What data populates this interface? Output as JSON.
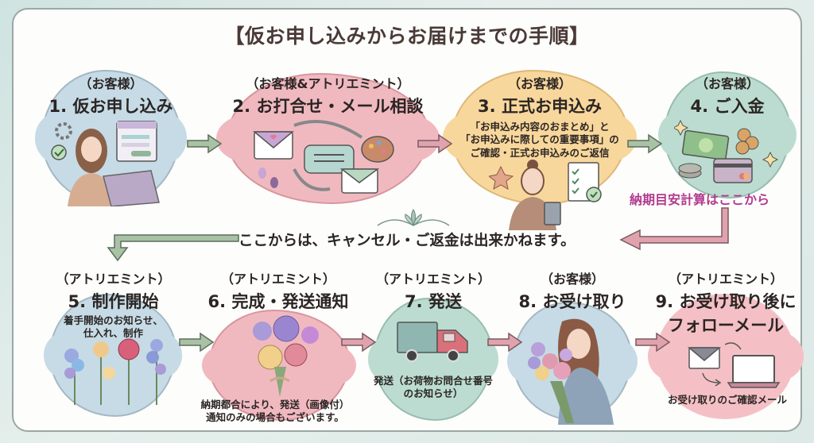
{
  "title": "【仮お申し込みからお届けまでの手順】",
  "steps": [
    {
      "role": "（お客様）",
      "heading": "1. 仮お申し込み",
      "description": "",
      "color": "#c6dbe6",
      "illustration": "woman-with-laptop-and-form"
    },
    {
      "role": "（お客様&アトリエミント）",
      "heading": "2. お打合せ・メール相談",
      "description": "",
      "color": "#f0b9c0",
      "illustration": "envelopes-chat-palette"
    },
    {
      "role": "（お客様）",
      "heading": "3. 正式お申込み",
      "description_lines": [
        "「お申込み内容のおまとめ」と",
        "「お申込みに際しての重要事項」の",
        "ご確認・正式お申込みのご返信"
      ],
      "color": "#f8d79c",
      "illustration": "woman-with-tablet-and-checklist"
    },
    {
      "role": "（お客様）",
      "heading": "4. ご入金",
      "description": "",
      "color": "#bcdcd1",
      "illustration": "money-coins-card"
    },
    {
      "role": "（アトリエミント）",
      "heading": "5. 制作開始",
      "description_lines": [
        "着手開始のお知らせ、",
        "仕入れ、制作"
      ],
      "color": "#c6dbe6",
      "illustration": "flowers"
    },
    {
      "role": "（アトリエミント）",
      "heading": "6. 完成・発送通知",
      "note_lines": [
        "納期都合により、発送（画像付）",
        "通知のみの場合もございます。"
      ],
      "color": "#f0b9c0",
      "illustration": "bouquet"
    },
    {
      "role": "（アトリエミント）",
      "heading": "7. 発送",
      "note_lines": [
        "発送（お荷物お問合せ番号",
        "のお知らせ）"
      ],
      "color": "#bcdcd1",
      "illustration": "delivery-truck"
    },
    {
      "role": "（お客様）",
      "heading": "8. お受け取り",
      "description": "",
      "color": "#c6dbe6",
      "illustration": "woman-holding-bouquet"
    },
    {
      "role": "（アトリエミント）",
      "heading_lines": [
        "9. お受け取り後に",
        "フォローメール"
      ],
      "note": "お受け取りのご確認メール",
      "color": "#f4c0c6",
      "illustration": "mail-to-laptop"
    }
  ],
  "due_date_note": "納期目安計算はここから",
  "cancel_notice": "ここからは、キャンセル・ご返金は出来かねます。",
  "colors": {
    "title_text": "#4a3a36",
    "due_date_text": "#b23a8e",
    "arrow_green": "#a9c2a6",
    "arrow_pink": "#e0a3ae"
  }
}
